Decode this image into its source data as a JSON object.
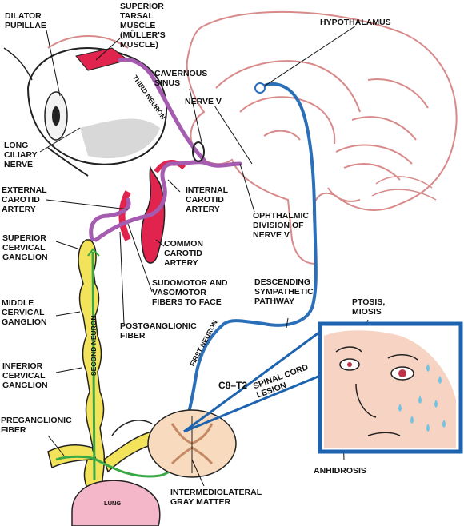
{
  "colors": {
    "sympathetic_pathway": "#2a6fb8",
    "third_neuron": "#a45bb0",
    "second_neuron_ganglia": "#f3e35a",
    "first_neuron_green": "#3aa845",
    "artery": "#e0244d",
    "brain_outline": "#d88a8a",
    "skin": "#f6d3c3",
    "box_border": "#1d63b0"
  },
  "labels": {
    "dilator_pupillae": "DILATOR\nPUPILLAE",
    "superior_tarsal": "SUPERIOR\nTARSAL\nMUSCLE\n(MÜLLER'S\nMUSCLE)",
    "hypothalamus": "HYPOTHALAMUS",
    "cavernous_sinus": "CAVERNOUS\nSINUS",
    "nerve_v": "NERVE V",
    "long_ciliary": "LONG\nCILIARY\nNERVE",
    "external_carotid": "EXTERNAL\nCAROTID\nARTERY",
    "internal_carotid": "INTERNAL\nCAROTID\nARTERY",
    "ophthalmic": "OPHTHALMIC\nDIVISION OF\nNERVE V",
    "superior_cervical": "SUPERIOR\nCERVICAL\nGANGLION",
    "common_carotid": "COMMON\nCAROTID\nARTERY",
    "sudomotor": "SUDOMOTOR AND\nVASOMOTOR\nFIBERS TO FACE",
    "descending": "DESCENDING\nSYMPATHETIC\nPATHWAY",
    "middle_cervical": "MIDDLE\nCERVICAL\nGANGLION",
    "postganglionic": "POSTGANGLIONIC\nFIBER",
    "ptosis": "PTOSIS,\nMIOSIS",
    "inferior_cervical": "INFERIOR\nCERVICAL\nGANGLION",
    "c8t2": "C8–T2",
    "spinal_cord_lesion": "SPINAL CORD\nLESION",
    "preganglionic": "PREGANGLIONIC\nFIBER",
    "anhidrosis": "ANHIDROSIS",
    "intermediolateral": "INTERMEDIOLATERAL\nGRAY MATTER",
    "lung": "LUNG",
    "third_neuron": "THIRD NEURON",
    "second_neuron": "SECOND NEURON",
    "first_neuron": "FIRST NEURON"
  }
}
